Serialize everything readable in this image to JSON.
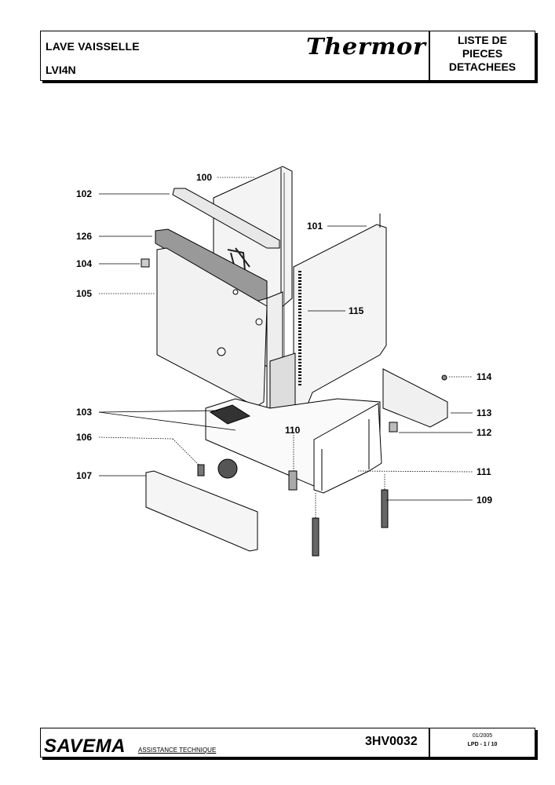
{
  "header": {
    "title": "LAVE VAISSELLE",
    "model": "LVI4N",
    "brand": "Thermor",
    "doc_type_line1": "LISTE DE",
    "doc_type_line2": "PIECES",
    "doc_type_line3": "DETACHEES"
  },
  "diagram": {
    "labels": {
      "p100": "100",
      "p101": "101",
      "p102": "102",
      "p103": "103",
      "p104": "104",
      "p105": "105",
      "p106": "106",
      "p107": "107",
      "p109": "109",
      "p110": "110",
      "p111": "111",
      "p112": "112",
      "p113": "113",
      "p114": "114",
      "p115": "115",
      "p126": "126"
    }
  },
  "footer": {
    "company": "SAVEMA",
    "department": "ASSISTANCE TECHNIQUE",
    "code": "3HV0032",
    "date": "01/2005",
    "page": "LPD -    1  /  10"
  }
}
